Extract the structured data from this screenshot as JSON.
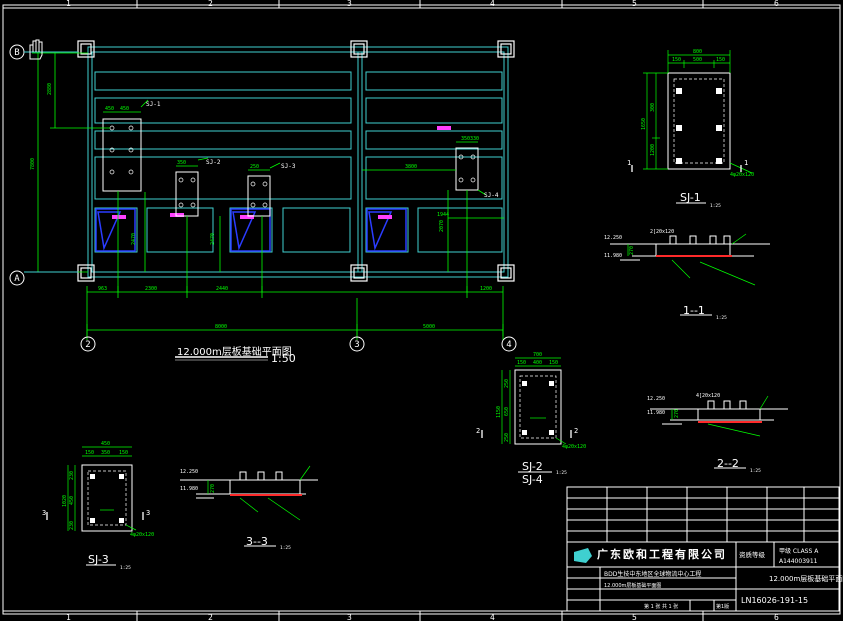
{
  "border": {
    "top_numbers": [
      "1",
      "2",
      "3",
      "4",
      "5",
      "6"
    ],
    "bottom_numbers": [
      "1",
      "2",
      "3",
      "4",
      "5",
      "6"
    ]
  },
  "plan": {
    "axis_B": "B",
    "axis_A": "A",
    "axis_2": "2",
    "axis_3": "3",
    "axis_4": "4",
    "title": "12.000m层板基础平面图",
    "scale": "1:50",
    "dims": {
      "total_height": "7800",
      "upper": "2880",
      "bay_left": "8000",
      "bay_right": "5000",
      "seg1": "963",
      "seg2": "2300",
      "seg3": "2440",
      "seg4": "1200",
      "v1": "2470",
      "v2": "2470",
      "v3": "2070",
      "d3800": "3800",
      "d1944": "1944",
      "d450": "450",
      "d400": "450",
      "d350": "350",
      "d250": "250",
      "d350b": "350",
      "d330": "330"
    },
    "tags": {
      "sj1": "SJ-1",
      "sj2": "SJ-2",
      "sj3": "SJ-3",
      "sj4": "SJ-4"
    }
  },
  "details": {
    "sj1": {
      "label": "SJ-1",
      "scale": "1:25",
      "section_mark": "1",
      "dim_top": "800",
      "dim_sub": [
        "150",
        "500",
        "150"
      ],
      "dim_left": "1650",
      "dim_parts": [
        "300",
        "1200"
      ],
      "note": "4φ20x120"
    },
    "s11": {
      "label": "1--1",
      "scale": "1:25",
      "elev_top": "12.250",
      "elev_bot": "11.980",
      "dim": "270",
      "spec": "2[20x120"
    },
    "sj2": {
      "label": "SJ-2",
      "label2": "SJ-4",
      "scale": "1:25",
      "section_mark": "2",
      "dim_top": "700",
      "dim_sub": [
        "150",
        "400",
        "150"
      ],
      "dim_left": "1150",
      "dim_parts": [
        "250",
        "650",
        "250"
      ],
      "note": "4φ20x120"
    },
    "s22": {
      "label": "2--2",
      "scale": "1:25",
      "elev_top": "12.250",
      "elev_bot": "11.980",
      "dim": "270",
      "spec": "4[20x120"
    },
    "sj3": {
      "label": "SJ-3",
      "scale": "1:25",
      "section_mark": "3",
      "dim_top": "450",
      "dim_sub": [
        "150",
        "350",
        "150"
      ],
      "dim_left": "1020",
      "dim_parts": [
        "230",
        "450",
        "230"
      ],
      "note": "4φ20x120"
    },
    "s33": {
      "label": "3--3",
      "scale": "1:25",
      "elev_top": "12.250",
      "elev_bot": "11.980",
      "dim": "270"
    }
  },
  "titleblock": {
    "company": "广东欧和工程有限公司",
    "qualification": "资质等级",
    "cert_label": "甲级 CLASS A",
    "cert_no": "A144003911",
    "project": "BDD生技中东地区全球物流中心工程",
    "drawing_title": "12.000m层板基础平面图",
    "drawing_no": "LN16026-191-15",
    "sheet": "第 1 张  共 1 张",
    "rev": "第1版"
  },
  "colors": {
    "background": "#000000",
    "line_white": "#ffffff",
    "line_cyan": "#3fd0d0",
    "dim_green": "#00ff00",
    "blue": "#2a3cff",
    "red": "#ff2a2a",
    "magenta": "#ff40ff",
    "yellow": "#ffff00"
  }
}
